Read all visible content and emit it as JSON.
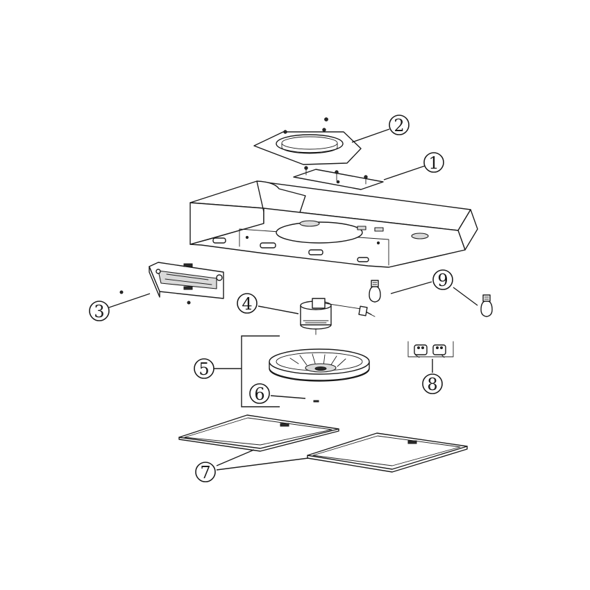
{
  "callouts": [
    {
      "id": "c1",
      "label": "1"
    },
    {
      "id": "c2",
      "label": "2"
    },
    {
      "id": "c3",
      "label": "3"
    },
    {
      "id": "c4",
      "label": "4"
    },
    {
      "id": "c5",
      "label": "5"
    },
    {
      "id": "c6",
      "label": "6"
    },
    {
      "id": "c7",
      "label": "7"
    },
    {
      "id": "c8",
      "label": "8"
    },
    {
      "id": "c9",
      "label": "9"
    }
  ],
  "colors": {
    "line": "#1a1a1a",
    "background": "#ffffff",
    "shade": "#d9d9d9"
  }
}
